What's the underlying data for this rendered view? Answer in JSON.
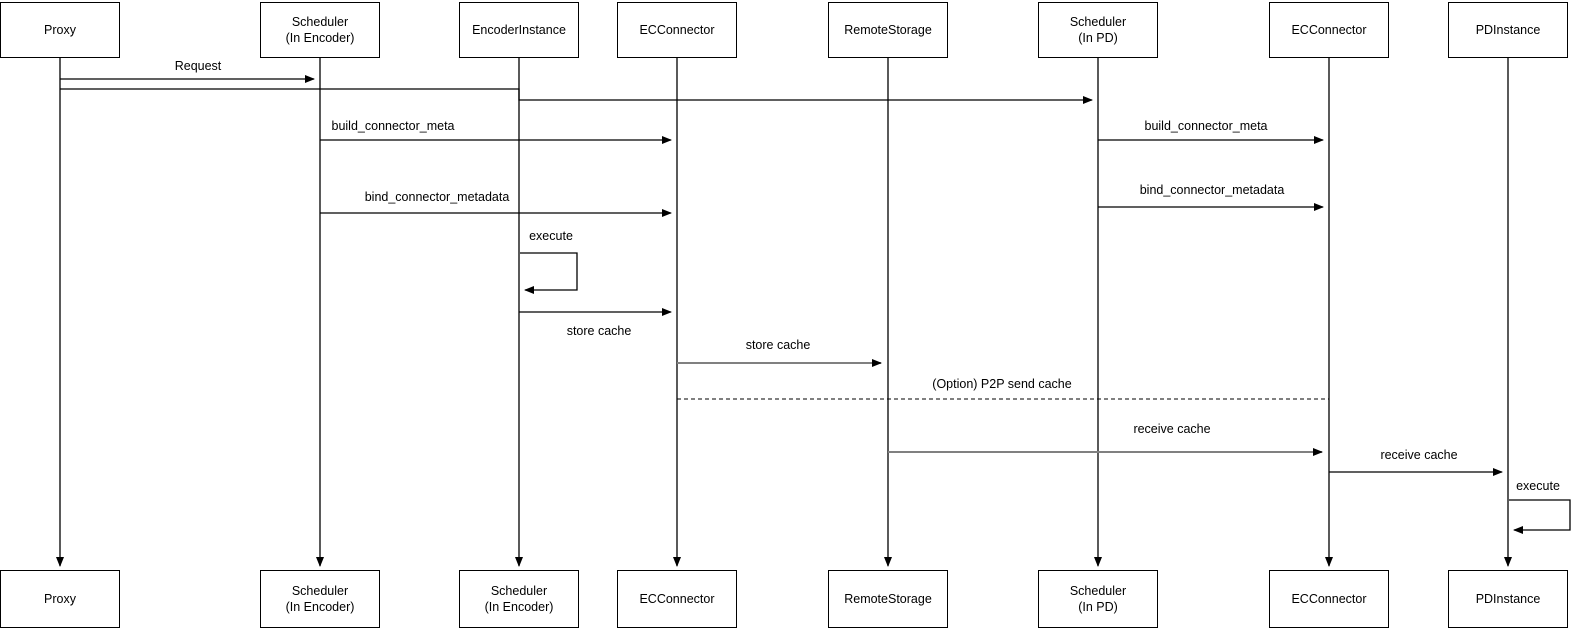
{
  "diagram": {
    "type": "uml-sequence-diagram",
    "background_color": "#ffffff",
    "line_color": "#000000",
    "secondary_line_color": "#808080",
    "participants": [
      {
        "id": "proxy",
        "top_label": "Proxy",
        "bottom_label": "Proxy"
      },
      {
        "id": "scheduler-in-encoder",
        "top_label": "Scheduler",
        "top_sub": "(In Encoder)",
        "bottom_label": "Scheduler",
        "bottom_sub": "(In Encoder)"
      },
      {
        "id": "encoder-instance",
        "top_label": "EncoderInstance",
        "bottom_label": "Scheduler",
        "bottom_sub": "(In Encoder)"
      },
      {
        "id": "ec-connector-1",
        "top_label": "ECConnector",
        "bottom_label": "ECConnector"
      },
      {
        "id": "remote-storage",
        "top_label": "RemoteStorage",
        "bottom_label": "RemoteStorage"
      },
      {
        "id": "scheduler-in-pd",
        "top_label": "Scheduler",
        "top_sub": "(In PD)",
        "bottom_label": "Scheduler",
        "bottom_sub": "(In PD)"
      },
      {
        "id": "ec-connector-2",
        "top_label": "ECConnector",
        "bottom_label": "ECConnector"
      },
      {
        "id": "pd-instance",
        "top_label": "PDInstance",
        "bottom_label": "PDInstance"
      }
    ],
    "messages": [
      {
        "label": "Request",
        "from": "proxy",
        "to": "scheduler-in-encoder",
        "style": "solid",
        "color": "#000000"
      },
      {
        "label": "",
        "from": "proxy",
        "to": "scheduler-in-pd",
        "style": "solid",
        "color": "#000000"
      },
      {
        "label": "build_connector_meta",
        "from": "scheduler-in-encoder",
        "to": "ec-connector-1",
        "style": "solid",
        "color": "#000000"
      },
      {
        "label": "build_connector_meta",
        "from": "scheduler-in-pd",
        "to": "ec-connector-2",
        "style": "solid",
        "color": "#000000"
      },
      {
        "label": "bind_connector_metadata",
        "from": "scheduler-in-encoder",
        "to": "ec-connector-1",
        "style": "solid",
        "color": "#000000"
      },
      {
        "label": "bind_connector_metadata",
        "from": "scheduler-in-pd",
        "to": "ec-connector-2",
        "style": "solid",
        "color": "#000000"
      },
      {
        "label": "execute",
        "from": "encoder-instance",
        "to": "encoder-instance",
        "style": "self-loop",
        "color": "#000000"
      },
      {
        "label": "store cache",
        "from": "encoder-instance",
        "to": "ec-connector-1",
        "style": "solid",
        "color": "#000000",
        "label_position": "below"
      },
      {
        "label": "store cache",
        "from": "ec-connector-1",
        "to": "remote-storage",
        "style": "solid",
        "color": "#808080"
      },
      {
        "label": "(Option) P2P send cache",
        "from": "ec-connector-1",
        "to": "ec-connector-2",
        "style": "dashed",
        "color": "#000000"
      },
      {
        "label": "receive cache",
        "from": "remote-storage",
        "to": "ec-connector-2",
        "style": "solid",
        "color": "#808080"
      },
      {
        "label": "receive cache",
        "from": "ec-connector-2",
        "to": "pd-instance",
        "style": "solid",
        "color": "#000000"
      },
      {
        "label": "execute",
        "from": "pd-instance",
        "to": "pd-instance",
        "style": "self-loop",
        "color": "#000000"
      }
    ]
  }
}
